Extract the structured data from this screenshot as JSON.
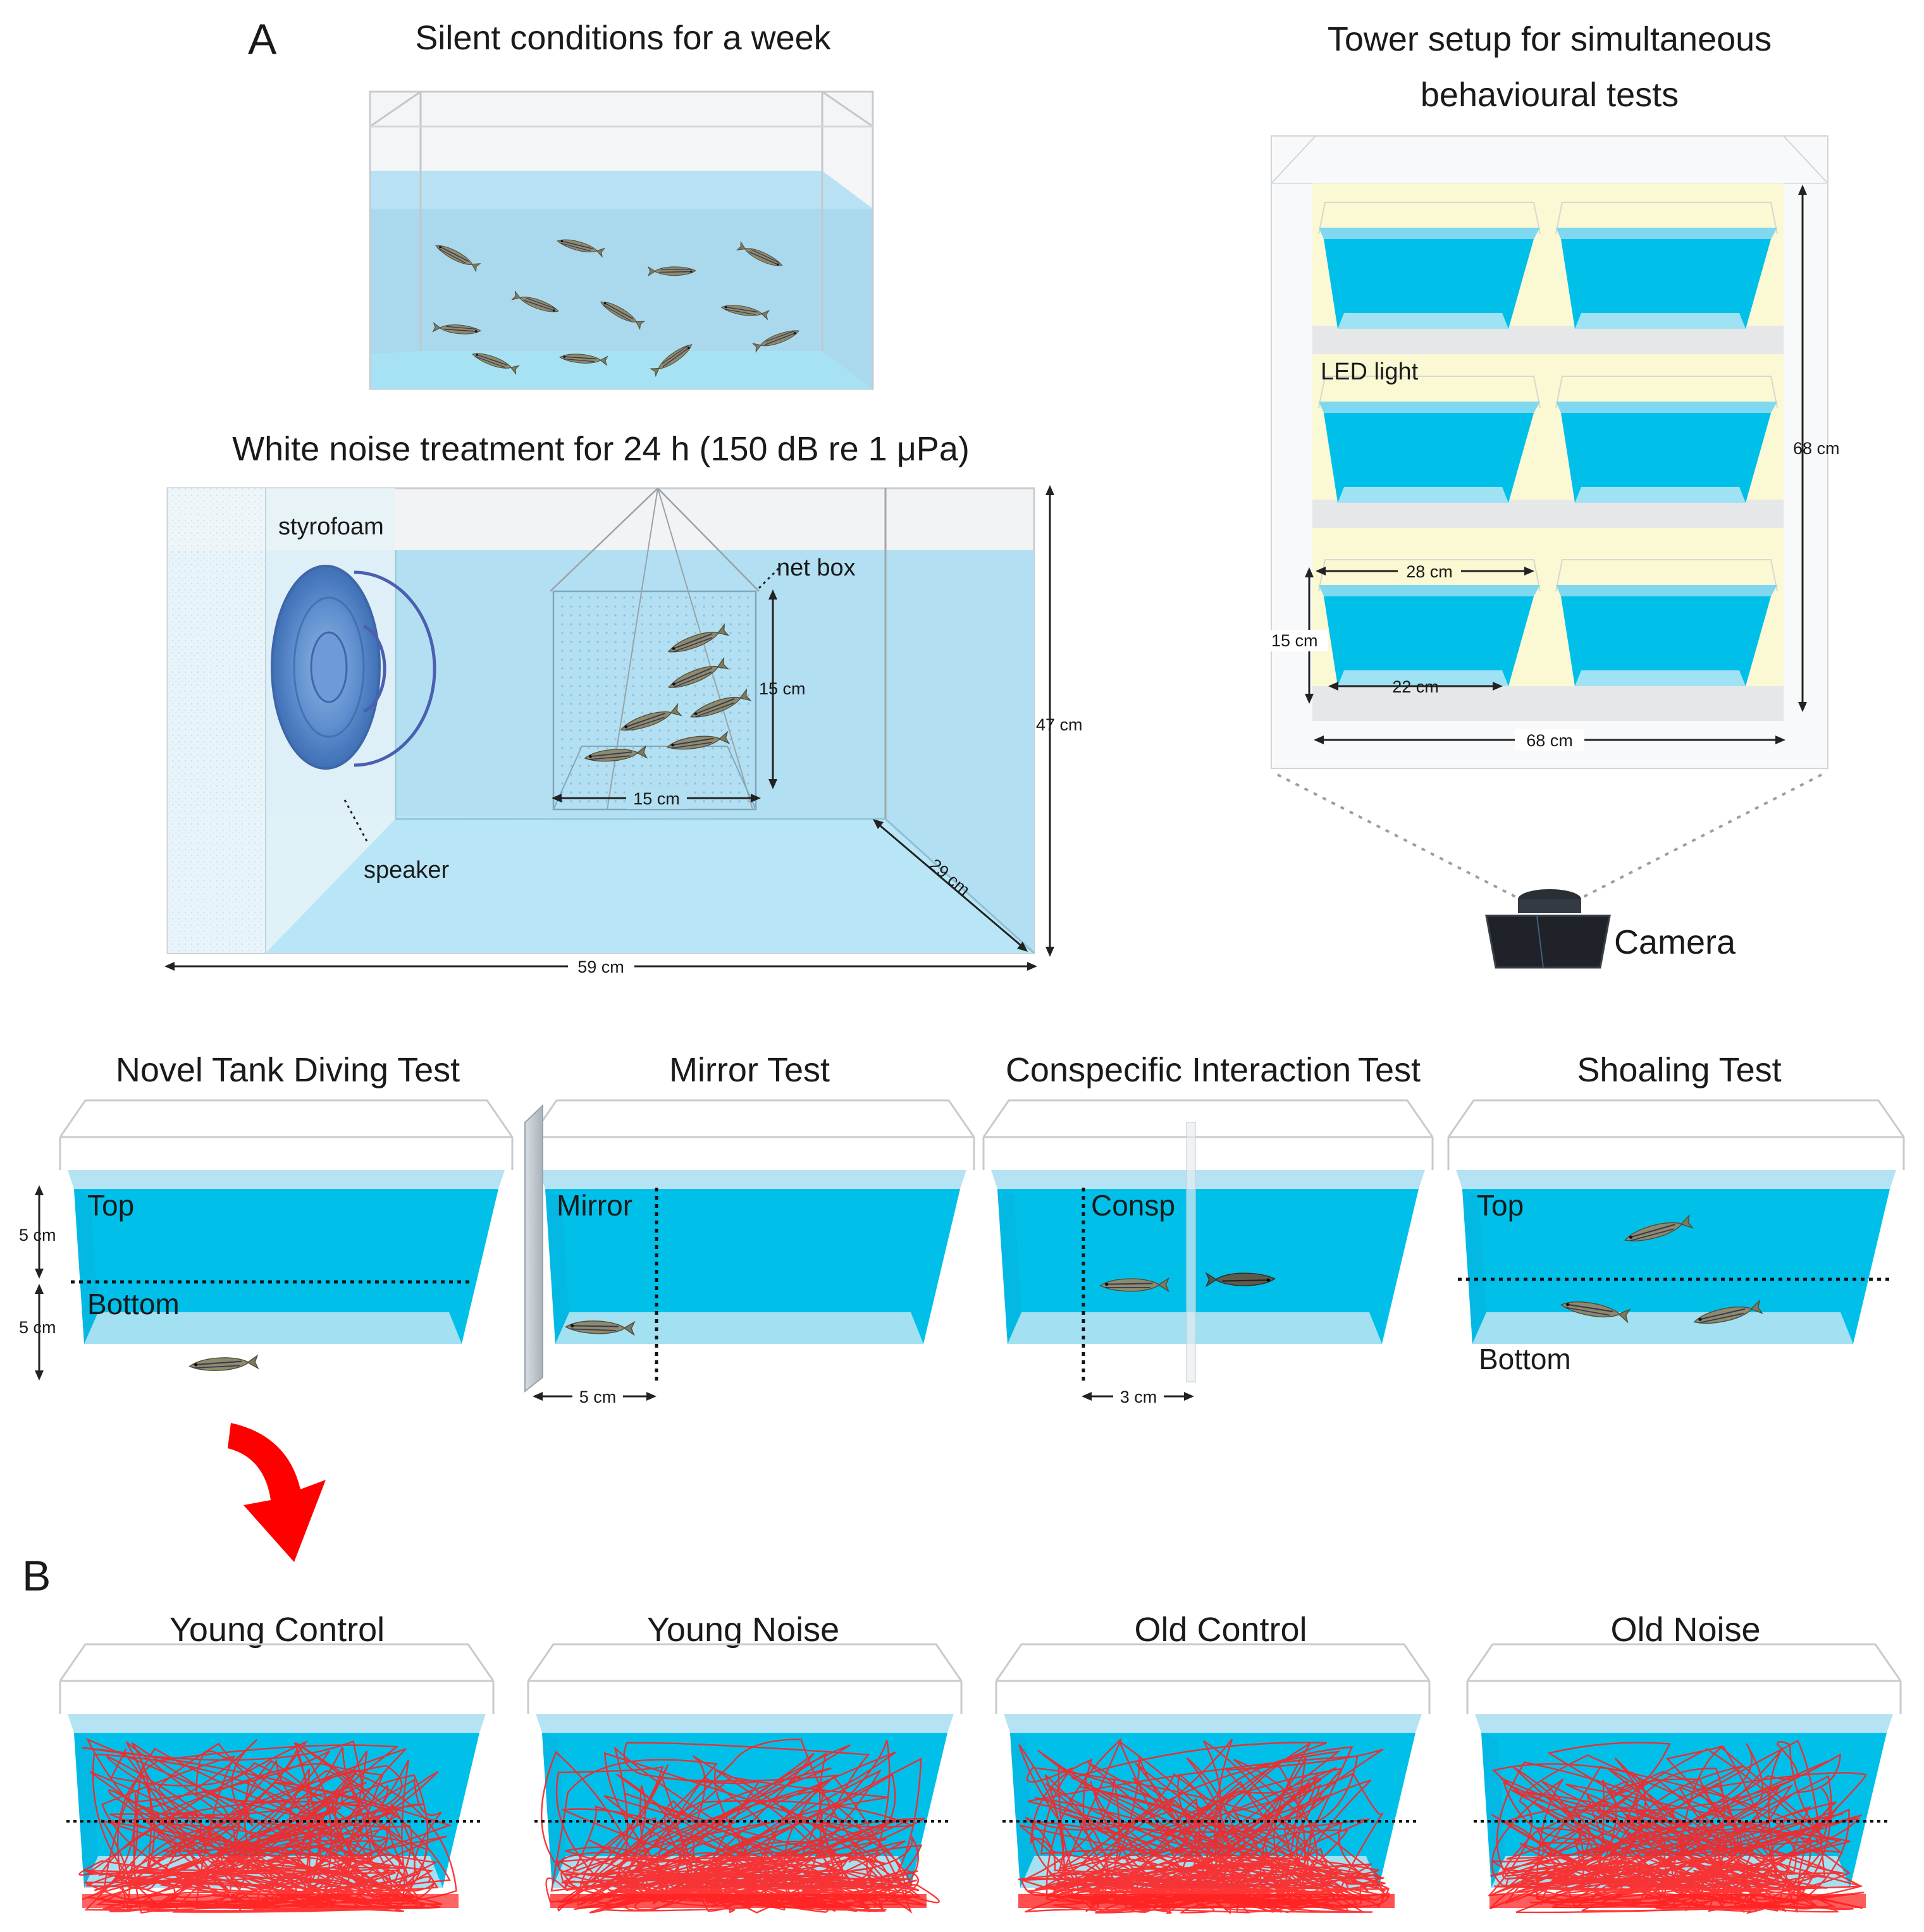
{
  "panelA": {
    "label": "A",
    "silent_title": "Silent conditions for a week",
    "noise_title": "White noise treatment for 24 h (150 dB re 1 μPa)",
    "tower_title_1": "Tower setup for simultaneous",
    "tower_title_2": "behavioural tests",
    "styrofoam": "styrofoam",
    "speaker": "speaker",
    "net_box": "net box",
    "dim_15_v": "15 cm",
    "dim_15_h": "15 cm",
    "dim_47": "47 cm",
    "dim_29": "29 cm",
    "dim_59": "59 cm",
    "led_light": "LED light",
    "dim_28": "28 cm",
    "dim_22": "22 cm",
    "dim_15_tank": "15 cm",
    "dim_68_v": "68 cm",
    "dim_68_h": "68 cm",
    "camera": "Camera"
  },
  "tests": {
    "novel_title": "Novel Tank Diving Test",
    "mirror_title": "Mirror Test",
    "consp_title": "Conspecific Interaction Test",
    "shoal_title": "Shoaling Test",
    "top": "Top",
    "bottom": "Bottom",
    "mirror": "Mirror",
    "consp": "Consp",
    "dim_5_top": "5 cm",
    "dim_5_bottom": "5 cm",
    "dim_5_mirror": "5 cm",
    "dim_3": "3 cm"
  },
  "panelB": {
    "label": "B",
    "groups": [
      "Young Control",
      "Young Noise",
      "Old Control",
      "Old Noise"
    ]
  },
  "colors": {
    "water": "#00c0ea",
    "light_water": "#b5e3f3",
    "led": "#fbf8d4",
    "trace": "#ff2020",
    "arrow": "#ff0000"
  }
}
